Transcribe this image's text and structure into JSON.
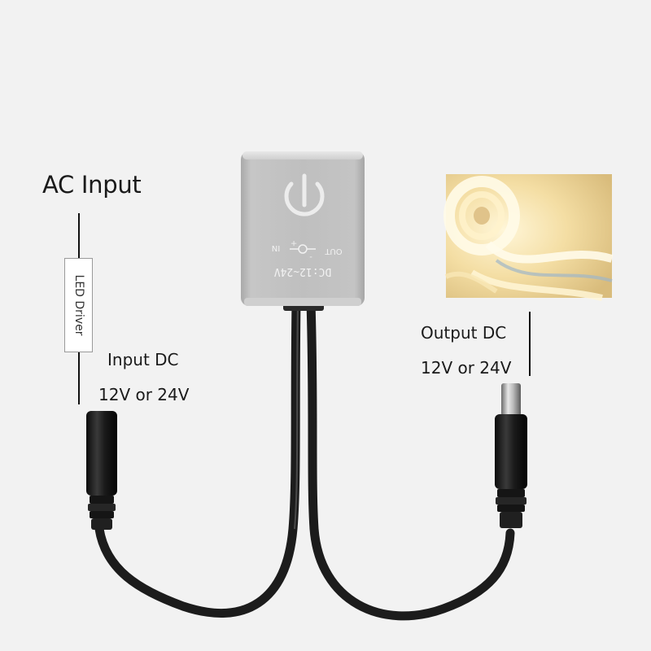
{
  "labels": {
    "ac_input": "AC Input",
    "led_driver": "LED Driver",
    "input_dc": "Input DC",
    "input_voltage": "12V or 24V",
    "output_dc": "Output DC",
    "output_voltage": "12V or 24V"
  },
  "device": {
    "spec_text": "DC:12~24V",
    "out_label": "OUT",
    "in_label": "IN",
    "plus_sign": "+",
    "minus_sign": "-"
  },
  "colors": {
    "background": "#f2f2f2",
    "housing": "#bdbdbd",
    "cable": "#1c1c1c",
    "led_glow": "#f6e2b0"
  }
}
